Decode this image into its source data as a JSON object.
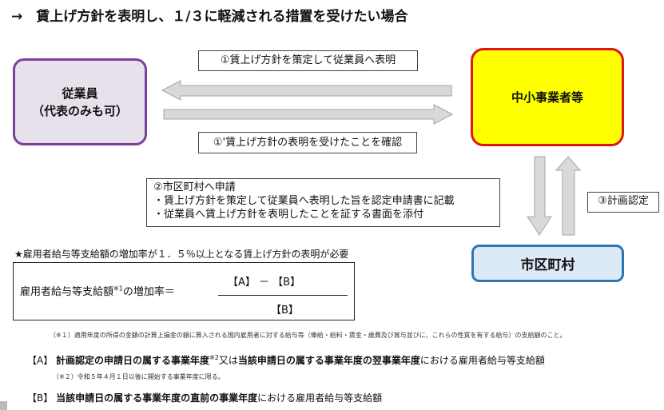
{
  "title": "→　賃上げ方針を表明し、１/３に軽減される措置を受けたい場合",
  "nodes": {
    "employee_line1": "従業員",
    "employee_line2": "（代表のみも可）",
    "sme": "中小事業者等",
    "city": "市区町村"
  },
  "flows": {
    "step1": "①賃上げ方針を策定して従業員へ表明",
    "step1_prime": "①'賃上げ方針の表明を受けたことを確認",
    "apply_heading": "②市区町村へ申請",
    "apply_item1": "・賃上げ方針を策定して従業員へ表明した旨を認定申請書に記載",
    "apply_item2": "・従業員へ賃上げ方針を表明したことを証する書面を添付",
    "plan_approval": "③計画認定"
  },
  "requirement_note": "★雇用者給与等支給額の増加率が１．５％以上となる賃上げ方針の表明が必要",
  "formula": {
    "lhs_prefix": "雇用者給与等支給額",
    "lhs_sup": "※1",
    "lhs_suffix": "の増加率＝",
    "numerator": "【A】 － 【B】",
    "denominator": "【B】"
  },
  "footnote1": "（※１）適用年度の所得の金額の計算上損金の額に算入される国内雇用者に対する給与等（俸給・給料・賃金・歳費及び賞与並びに、これらの性質を有する給与）の支給額のこと。",
  "definition_a": {
    "tag": "【A】",
    "bold1": "計画認定の申請日の属する事業年度",
    "sup": "※2",
    "mid": "又は",
    "bold2": "当該申請日の属する事業年度の翌事業年度",
    "tail": "における雇用者給与等支給額"
  },
  "footnote2": "（※２）令和５年４月１日以後に開始する事業年度に限る。",
  "definition_b": {
    "tag": "【B】",
    "bold": "当該申請日の属する事業年度の直前の事業年度",
    "tail": "における雇用者給与等支給額"
  },
  "colors": {
    "employee_fill": "#e7e1ec",
    "employee_border": "#7b3fa0",
    "sme_fill": "#ffff00",
    "sme_border": "#e01616",
    "city_fill": "#dce9f6",
    "city_border": "#2e75b6",
    "arrow_fill": "#d9d9d9",
    "arrow_stroke": "#a6a6a6"
  }
}
